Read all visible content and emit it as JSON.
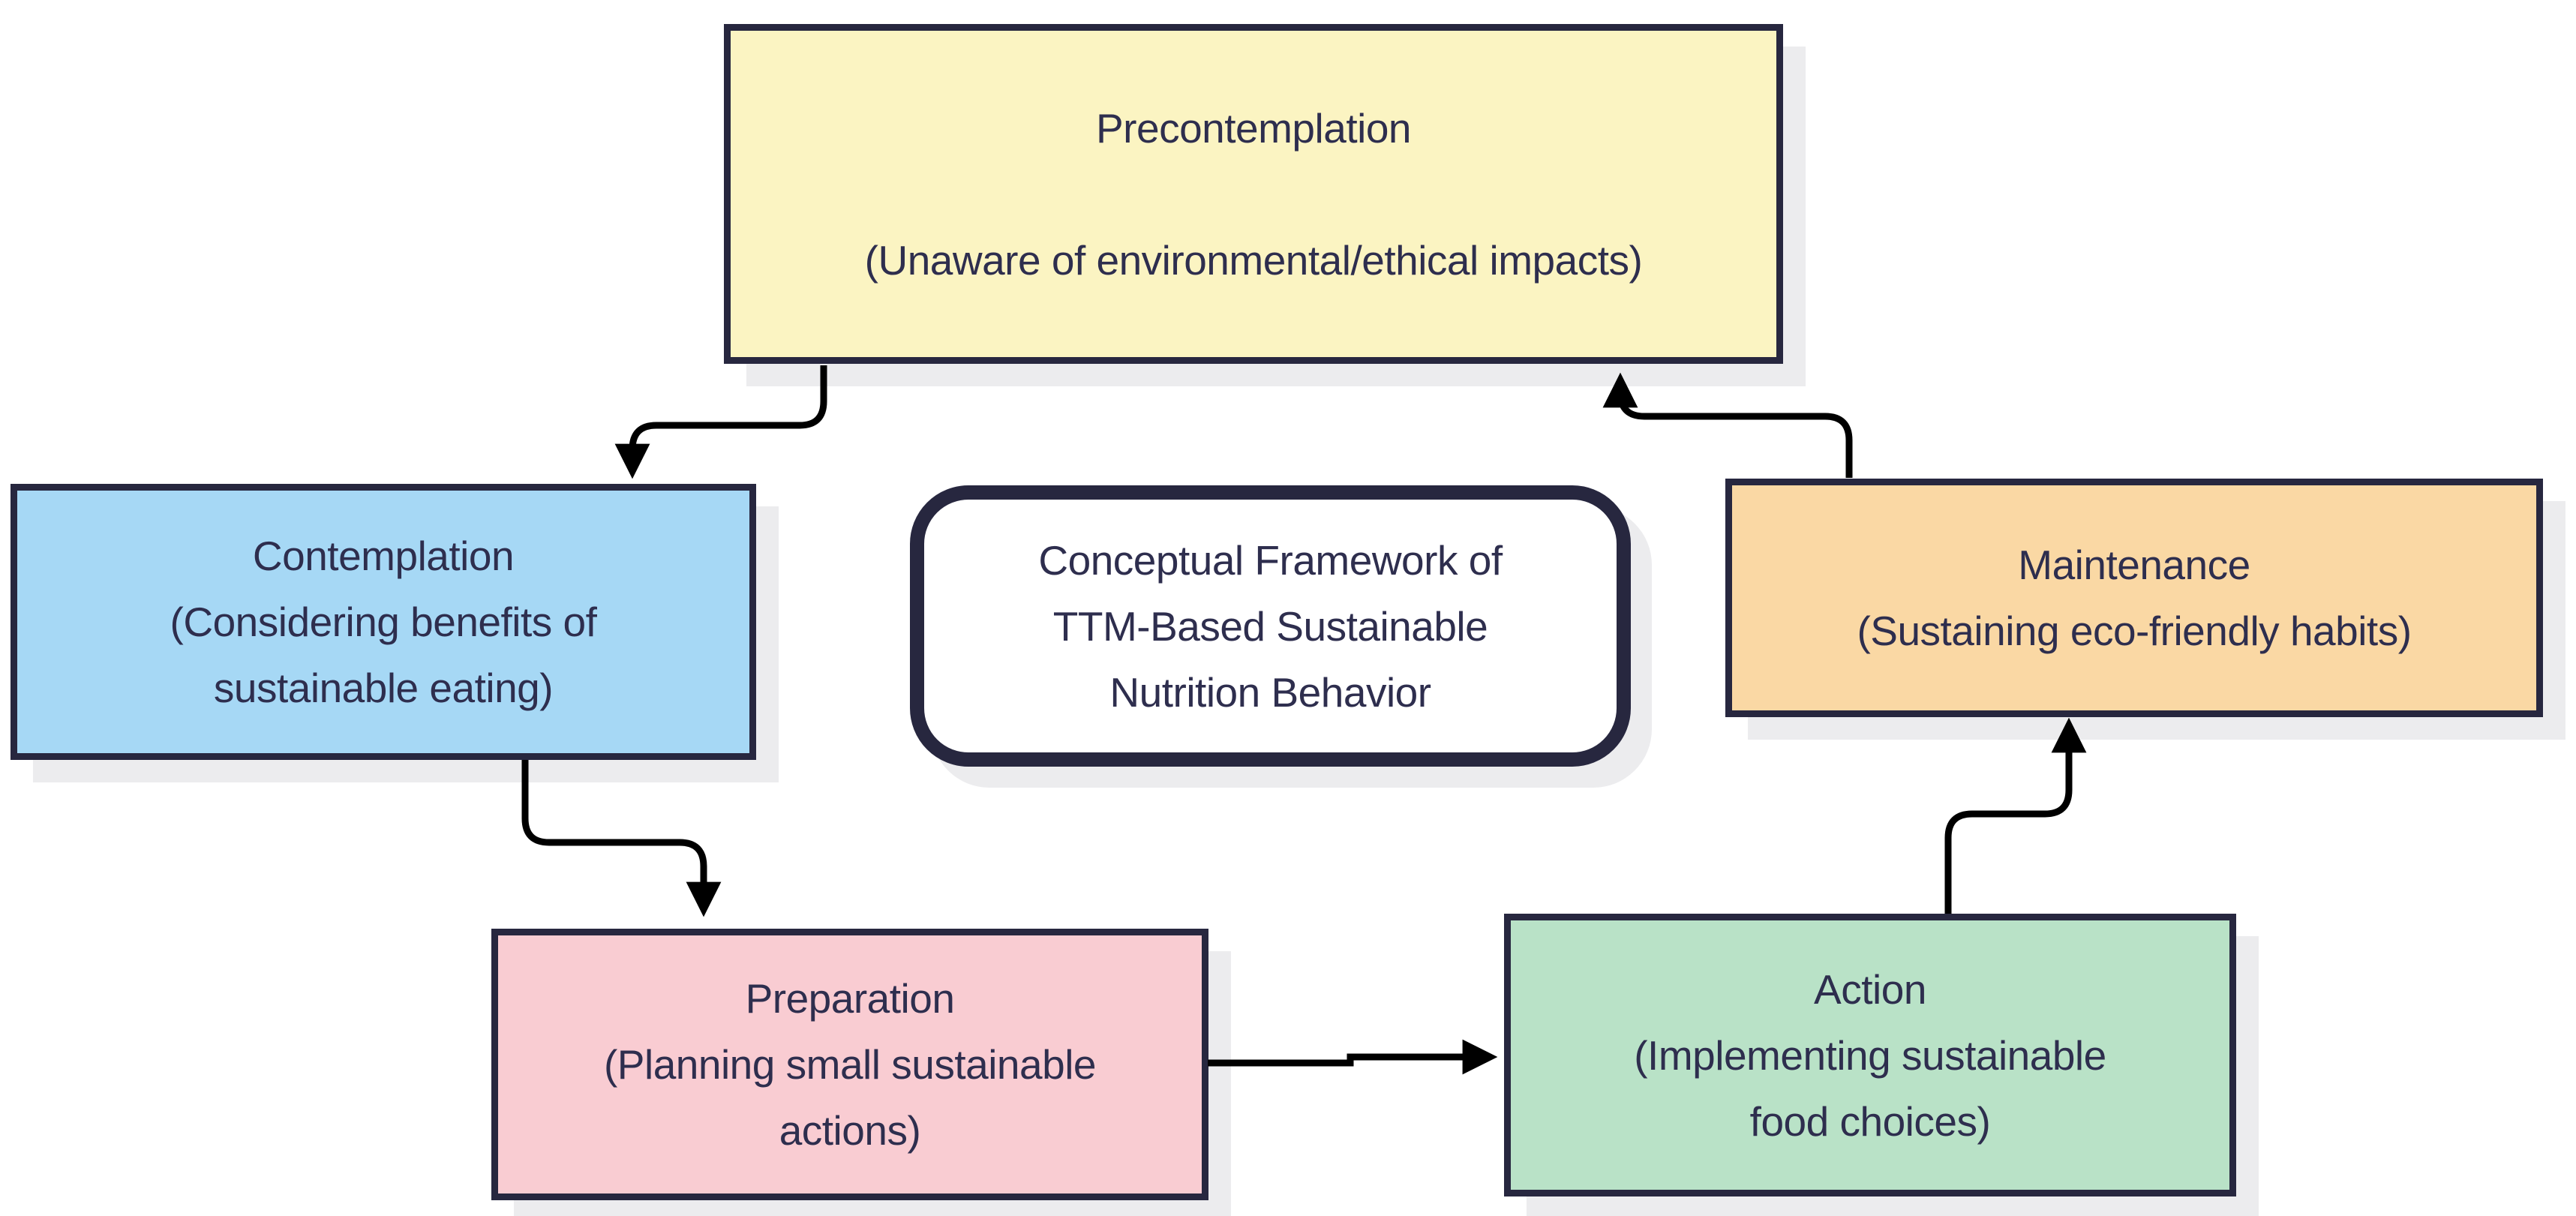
{
  "background": "#ffffff",
  "colors": {
    "node_border": "#27273f",
    "arrow": "#000000",
    "text": "#2e2e4e",
    "shadow": "#ececee"
  },
  "title_box": {
    "fill": "#ffffff",
    "lines": [
      "Conceptual Framework of",
      "TTM-Based Sustainable",
      "Nutrition Behavior"
    ],
    "text": "Conceptual Framework of TTM-Based Sustainable Nutrition Behavior"
  },
  "nodes": {
    "precontemplation": {
      "title": "Precontemplation",
      "subtitle": "(Unaware of environmental/ethical impacts)",
      "lines": [
        "Precontemplation",
        "",
        "(Unaware of environmental/ethical impacts)"
      ],
      "fill": "#fbf4c2"
    },
    "contemplation": {
      "title": "Contemplation",
      "subtitle": "(Considering benefits of sustainable eating)",
      "lines": [
        "Contemplation",
        "(Considering benefits of",
        "sustainable eating)"
      ],
      "fill": "#a6d8f5"
    },
    "preparation": {
      "title": "Preparation",
      "subtitle": "(Planning small sustainable actions)",
      "lines": [
        "Preparation",
        "(Planning small sustainable",
        "actions)"
      ],
      "fill": "#f9ccd2"
    },
    "action": {
      "title": "Action",
      "subtitle": "(Implementing sustainable food choices)",
      "lines": [
        "Action",
        "(Implementing sustainable",
        "food choices)"
      ],
      "fill": "#b9e2c7"
    },
    "maintenance": {
      "title": "Maintenance",
      "subtitle": "(Sustaining eco-friendly habits)",
      "lines": [
        "Maintenance",
        "(Sustaining eco-friendly habits)"
      ],
      "fill": "#fad8a4"
    }
  },
  "edges": [
    {
      "from": "Precontemplation",
      "to": "Contemplation"
    },
    {
      "from": "Contemplation",
      "to": "Preparation"
    },
    {
      "from": "Preparation",
      "to": "Action"
    },
    {
      "from": "Action",
      "to": "Maintenance"
    },
    {
      "from": "Maintenance",
      "to": "Precontemplation"
    }
  ]
}
